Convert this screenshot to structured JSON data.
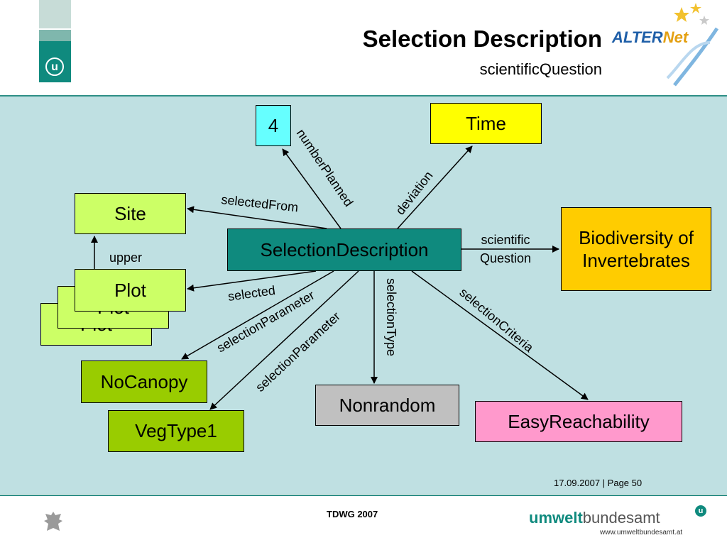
{
  "header": {
    "title": "Selection Description",
    "subtitle": "scientificQuestion"
  },
  "alternet": {
    "part1": "ALTER",
    "part2": "Net"
  },
  "logo": {
    "u": "u"
  },
  "nodes": {
    "four": "4",
    "time": "Time",
    "site": "Site",
    "biodiversity": "Biodiversity of Invertebrates",
    "selection_description": "SelectionDescription",
    "plot_back2": "Plot",
    "plot_back1": "Plot",
    "plot_front": "Plot",
    "nocanopy": "NoCanopy",
    "vegtype1": "VegType1",
    "nonrandom": "Nonrandom",
    "easyreachability": "EasyReachability"
  },
  "edges": {
    "number_planned": "numberPlanned",
    "deviation": "deviation",
    "selected_from": "selectedFrom",
    "scientific_1": "scientific",
    "scientific_2": "Question",
    "upper": "upper",
    "selected": "selected",
    "selection_parameter_1": "selectionParameter",
    "selection_parameter_2": "selectionParameter",
    "selection_type": "selectionType",
    "selection_criteria": "selectionCriteria"
  },
  "footer": {
    "date_page": "17.09.2007 | Page 50",
    "center": "TDWG 2007",
    "uba_part1": "umwelt",
    "uba_part2": "bundesamt",
    "uba_url": "www.umweltbundesamt.at"
  },
  "colors": {
    "teal": "#0f8a7e",
    "panel": "#bfe0e2",
    "lime": "#ccff66",
    "green": "#99cc00",
    "yellow": "#ffff00",
    "orange": "#ffcc00",
    "cyan": "#66ffff",
    "gray": "#c0c0c0",
    "pink": "#ff99cc"
  }
}
